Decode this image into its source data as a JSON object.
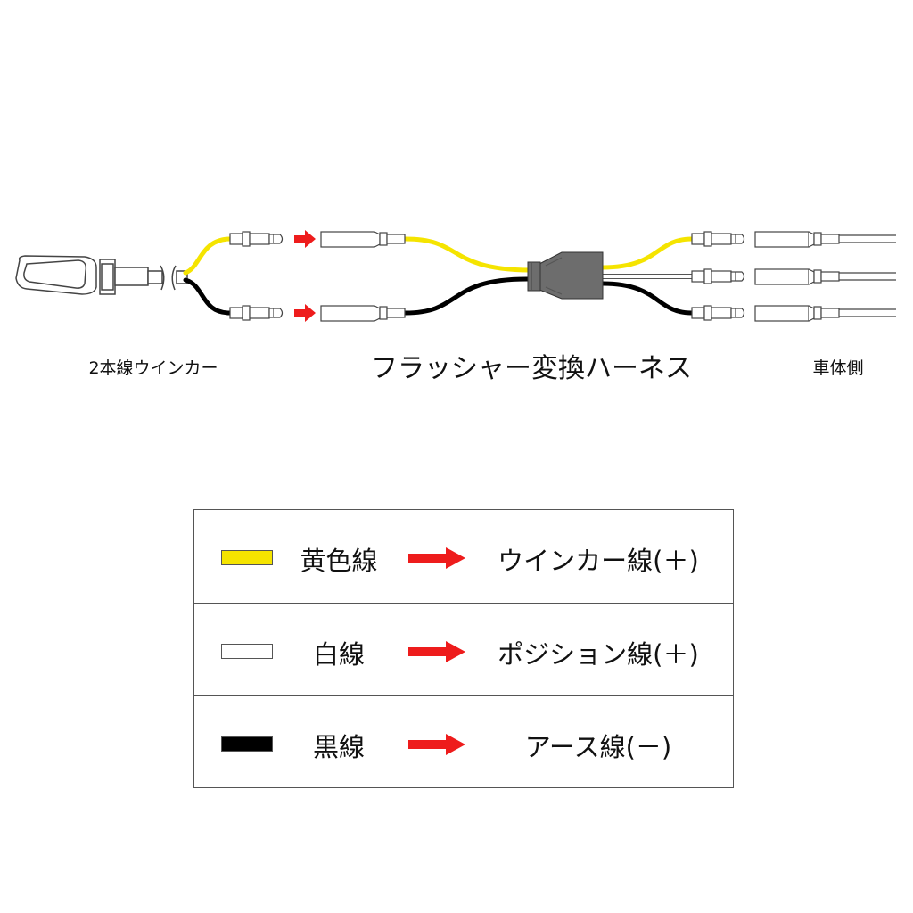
{
  "labels": {
    "left": "2本線ウインカー",
    "title": "フラッシャー変換ハーネス",
    "right": "車体側"
  },
  "colors": {
    "yellow": "#f5e400",
    "white": "#ffffff",
    "black": "#000000",
    "arrow": "#ee1c1c",
    "hub": "#6d6d6d"
  },
  "legend": [
    {
      "wire": "黄色線",
      "target": "ウインカー線(＋)",
      "color": "#f5e400"
    },
    {
      "wire": "白線",
      "target": "ポジション線(＋)",
      "color": "#ffffff"
    },
    {
      "wire": "黒線",
      "target": "アース線(－)",
      "color": "#000000"
    }
  ]
}
